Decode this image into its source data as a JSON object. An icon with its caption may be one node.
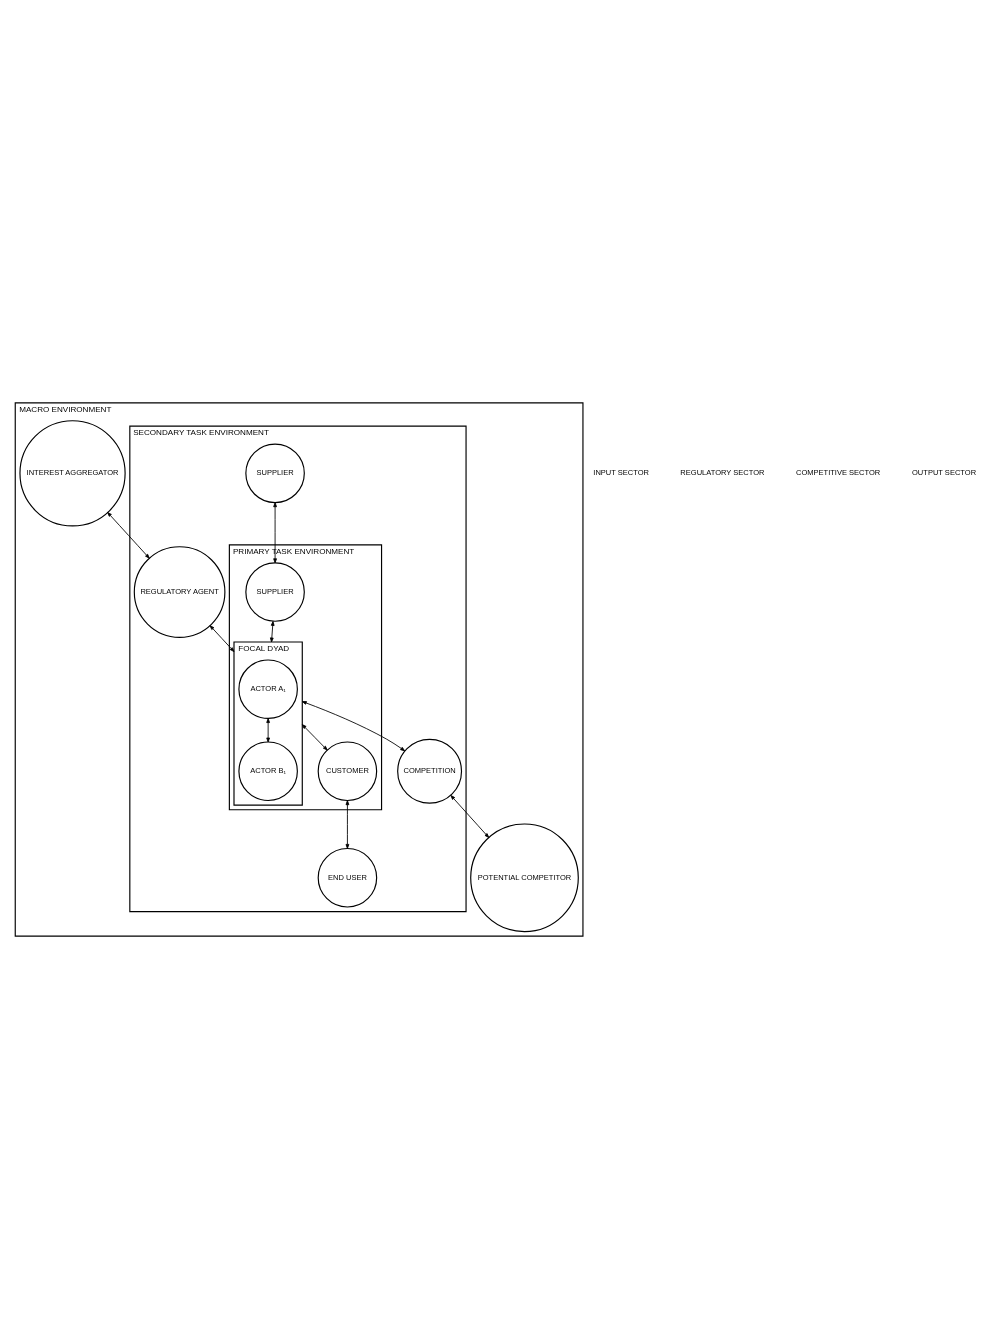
{
  "diagram": {
    "nodes": [
      {
        "text": [
          "MACRO ENVIRONMENT"
        ]
      },
      {
        "text": [
          "SECONDARY TASK ENVIRONMENT"
        ],
        "in": 0
      },
      {
        "text": [
          "SUPPLIER"
        ],
        "in": 1
      },
      {
        "text": [
          "PRIMARY TASK ENVIRONMENT"
        ],
        "in": 1
      },
      {
        "text": [
          "SUPPLIER"
        ],
        "in": 3
      },
      {
        "text": [
          "FOCAL DYAD"
        ],
        "in": 3
      },
      {
        "text": [
          "ACTOR A₁"
        ],
        "in": 5
      },
      {
        "text": [
          "ACTOR B₁"
        ],
        "in": 5
      },
      {
        "text": [
          "INTEREST AGGREGATOR"
        ],
        "in": 0
      },
      {
        "text": [
          "REGULATORY AGENT"
        ],
        "in": 1
      },
      {
        "text": [
          "COMPETITION"
        ],
        "in": 1
      },
      {
        "text": [
          "POTENTIAL COMPETITOR"
        ],
        "in": 0
      },
      {
        "text": [
          "CUSTOMER"
        ],
        "in": 3
      },
      {
        "text": [
          "END USER"
        ],
        "in": 1
      }
    ],
    "edges": [
      {
        "from": 2,
        "to": 4,
        "arrow": "both"
      },
      {
        "from": 4,
        "to": 5,
        "arrow": "both"
      },
      {
        "from": 8,
        "to": 9,
        "arrow": "both"
      },
      {
        "from": 9,
        "to": 5,
        "arrow": "both"
      },
      {
        "from": 5,
        "to": 10,
        "arrow": "both"
      },
      {
        "from": 10,
        "to": 11,
        "arrow": "both"
      },
      {
        "from": 6,
        "to": 7,
        "arrow": "both"
      },
      {
        "from": 5,
        "to": 12,
        "arrow": "both"
      },
      {
        "from": 12,
        "to": 13,
        "arrow": "both"
      }
    ],
    "labels": [
      "INPUT SECTOR",
      "REGULATORY SECTOR",
      "COMPETITIVE SECTOR",
      "OUTPUT SECTOR"
    ]
  }
}
